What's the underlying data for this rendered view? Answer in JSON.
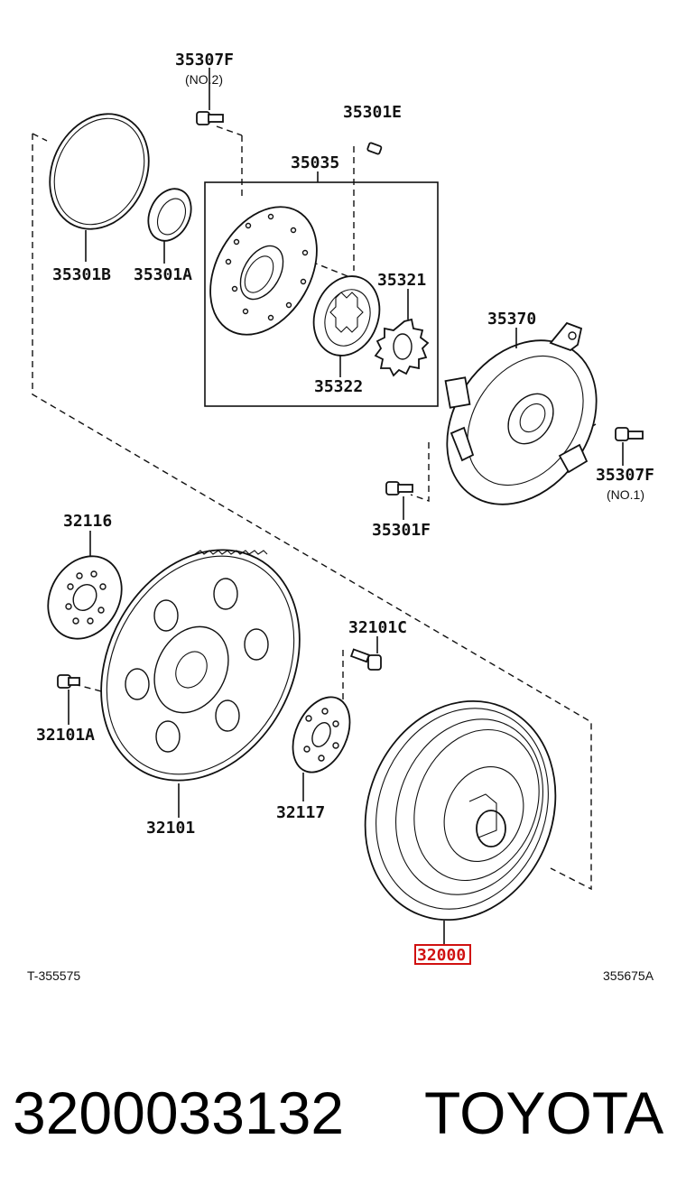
{
  "labels": {
    "p35307F_no2": "35307F",
    "p35307F_no2_sub": "(NO.2)",
    "p35301E": "35301E",
    "p35035": "35035",
    "p35301B": "35301B",
    "p35301A": "35301A",
    "p35321": "35321",
    "p35322": "35322",
    "p35370": "35370",
    "p35307F_no1": "35307F",
    "p35307F_no1_sub": "(NO.1)",
    "p35301F": "35301F",
    "p32116": "32116",
    "p32101C": "32101C",
    "p32101A": "32101A",
    "p32117": "32117",
    "p32101": "32101",
    "p32000": "32000"
  },
  "ref_left": "T-355575",
  "ref_right": "355675A",
  "part_number": "3200033132",
  "brand": "TOYOTA",
  "highlight_color": "#d01010"
}
